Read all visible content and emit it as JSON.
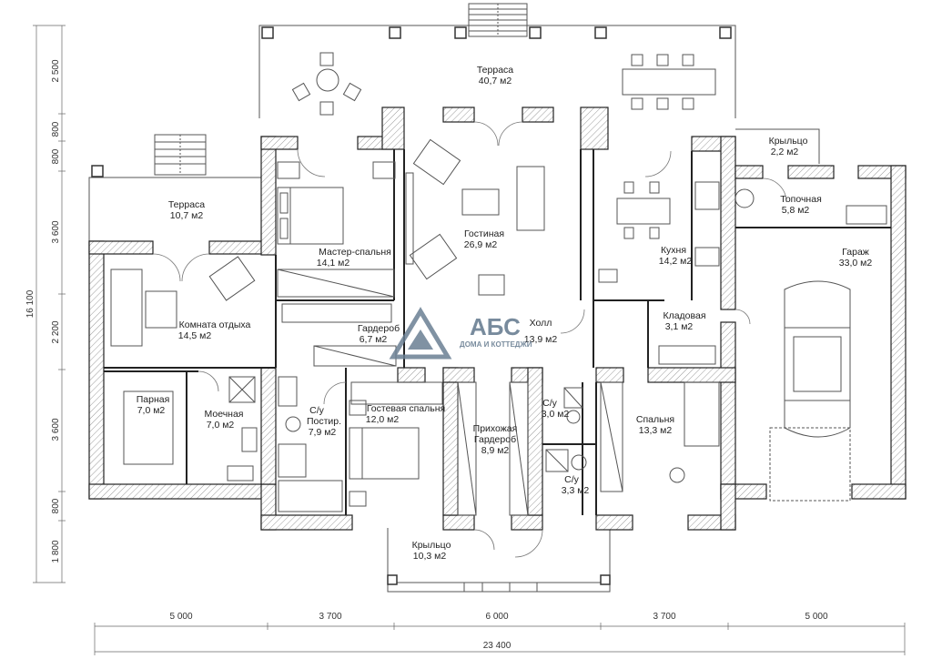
{
  "logo": {
    "brand": "АБС",
    "tagline": "ДОМА И КОТТЕДЖИ"
  },
  "rooms": [
    {
      "name": "Терраса",
      "area": "40,7 м2"
    },
    {
      "name": "Терраса",
      "area": "10,7 м2"
    },
    {
      "name": "Мастер-спальня",
      "area": "14,1 м2"
    },
    {
      "name": "Гостиная",
      "area": "26,9 м2"
    },
    {
      "name": "Кухня",
      "area": "14,2 м2"
    },
    {
      "name": "Крыльцо",
      "area": "2,2 м2"
    },
    {
      "name": "Топочная",
      "area": "5,8 м2"
    },
    {
      "name": "Гараж",
      "area": "33,0 м2"
    },
    {
      "name": "Комната отдыха",
      "area": "14,5 м2"
    },
    {
      "name": "Гардероб",
      "area": "6,7 м2"
    },
    {
      "name": "Холл",
      "area": "13,9 м2"
    },
    {
      "name": "Кладовая",
      "area": "3,1 м2"
    },
    {
      "name": "Парная",
      "area": "7,0 м2"
    },
    {
      "name": "Моечная",
      "area": "7,0 м2"
    },
    {
      "name": "С/у",
      "name2": "Постир.",
      "area": "7,9 м2"
    },
    {
      "name": "Гостевая спальня",
      "area": "12,0 м2"
    },
    {
      "name": "Прихожая",
      "name2": "Гардероб",
      "area": "8,9 м2"
    },
    {
      "name": "С/у",
      "area": "3,0 м2"
    },
    {
      "name": "С/у",
      "area": "3,3 м2"
    },
    {
      "name": "Спальня",
      "area": "13,3 м2"
    },
    {
      "name": "Крыльцо",
      "area": "10,3 м2"
    }
  ],
  "dimensions": {
    "bottom": [
      "5 000",
      "3 700",
      "6 000",
      "3 700",
      "5 000"
    ],
    "total_width": "23 400",
    "left": [
      "2 500",
      "800",
      "800",
      "3 600",
      "2 200",
      "3 600",
      "800",
      "1 800"
    ],
    "total_height": "16 100"
  }
}
